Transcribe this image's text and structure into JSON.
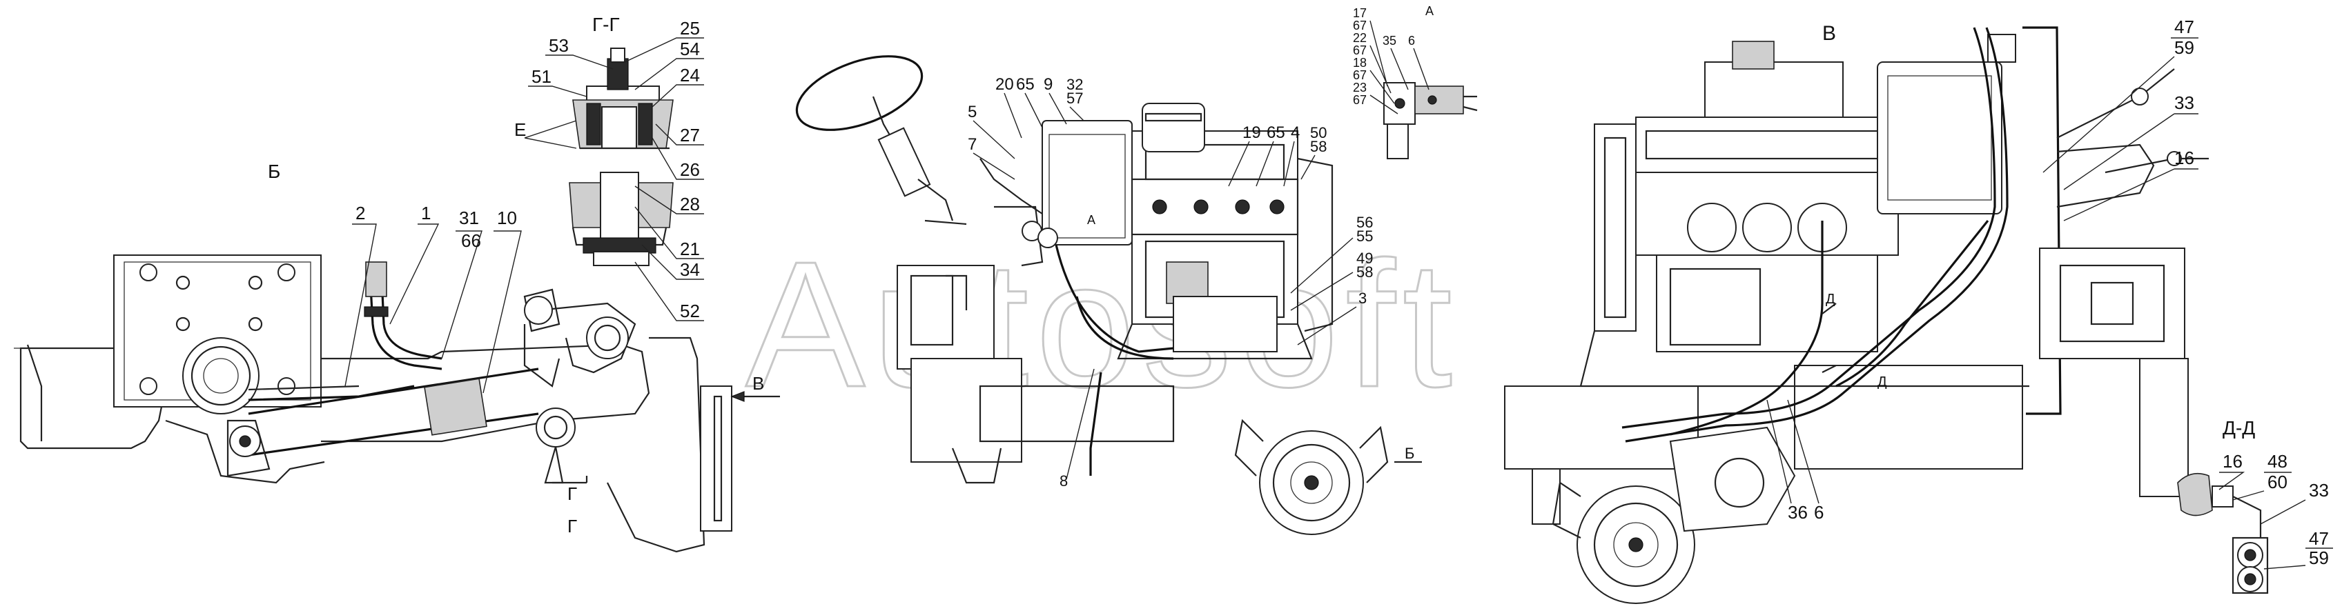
{
  "watermark": "Autosoft",
  "views": {
    "view_b_title": "Б",
    "view_v_title": "В",
    "view_gg_title": "Г-Г",
    "view_dd_title": "Д-Д",
    "view_a_title": "А"
  },
  "markers": {
    "arrow_v": "В",
    "arrow_g": "Г",
    "arrow_b": "Б",
    "arrow_a": "А",
    "arrow_d1": "Д",
    "arrow_d2": "Д",
    "section_e": "Е"
  },
  "callouts": {
    "left": [
      "2",
      "1",
      "31",
      "66",
      "10"
    ],
    "gg": [
      "53",
      "25",
      "54",
      "51",
      "24",
      "27",
      "26",
      "28",
      "21",
      "34",
      "52"
    ],
    "center": [
      "20",
      "65",
      "9",
      "32",
      "57",
      "5",
      "7",
      "19",
      "65",
      "4",
      "50",
      "58",
      "56",
      "55",
      "49",
      "58",
      "3",
      "8"
    ],
    "detail_a": [
      "17",
      "67",
      "22",
      "67",
      "18",
      "67",
      "23",
      "67",
      "35",
      "6"
    ],
    "right": [
      "47",
      "59",
      "33",
      "16",
      "36",
      "6"
    ],
    "dd": [
      "16",
      "48",
      "60",
      "33",
      "47",
      "59"
    ]
  }
}
